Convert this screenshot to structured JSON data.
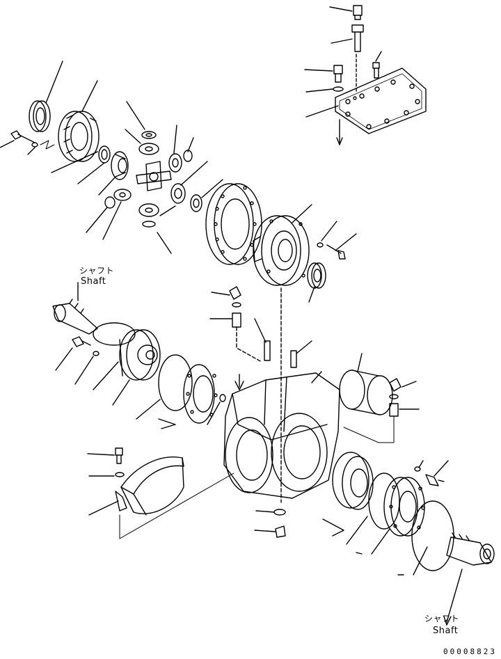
{
  "labels": {
    "shaft_top_jp": "シャフト",
    "shaft_top_en": "Shaft",
    "shaft_bottom_jp": "シャフト",
    "shaft_bottom_en": "Shaft"
  },
  "document_number": "00008823"
}
